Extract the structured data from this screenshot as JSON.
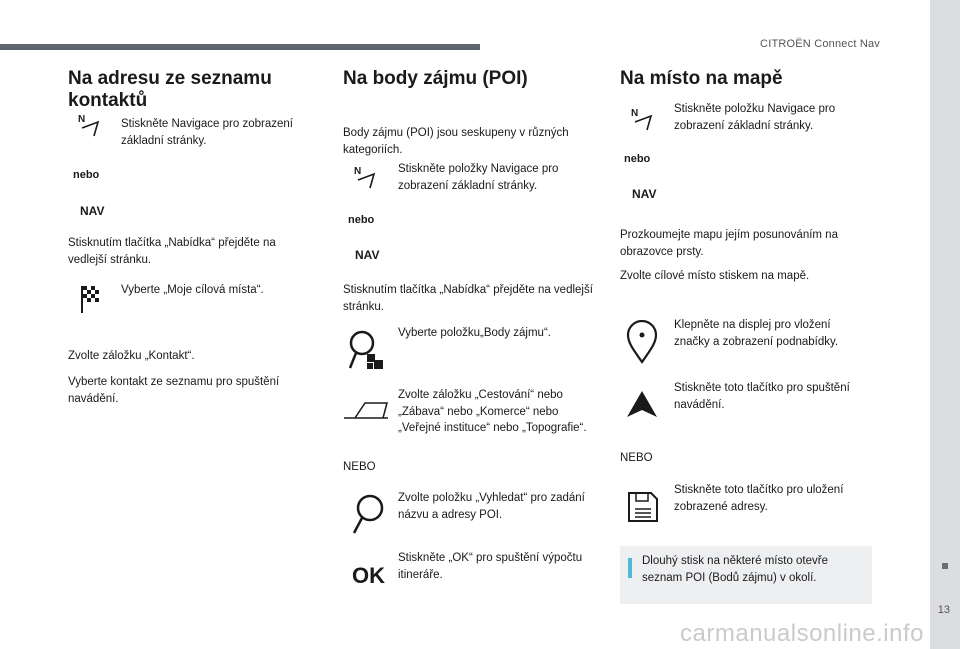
{
  "header": {
    "brand": "CITROËN Connect Nav"
  },
  "footer": {
    "page_number": "13",
    "watermark": "carmanualsonline.info"
  },
  "col1": {
    "title": "Na adresu ze seznamu kontaktů",
    "step1": "Stiskněte Navigace pro zobrazení základní stránky.",
    "or": "nebo",
    "nav_label": "NAV",
    "menu_text": "Stisknutím tlačítka „Nabídka“ přejděte na vedlejší stránku.",
    "dest_text": "Vyberte „Moje cílová místa“.",
    "tab_text": "Zvolte záložku „Kontakt“.",
    "select_text": "Vyberte kontakt ze seznamu pro spuštění navádění."
  },
  "col2": {
    "title": "Na body zájmu (POI)",
    "intro": "Body zájmu (POI) jsou seskupeny v různých kategoriích.",
    "step1": "Stiskněte položky Navigace pro zobrazení základní stránky.",
    "or": "nebo",
    "nav_label": "NAV",
    "menu_text": "Stisknutím tlačítka „Nabídka“ přejděte na vedlejší stránku.",
    "poi_text": "Vyberte položku„Body zájmu“.",
    "tabs_text": "Zvolte záložku „Cestování“ nebo „Zábava“ nebo „Komerce“ nebo „Veřejné instituce“ nebo „Topografie“.",
    "or_upper": "NEBO",
    "search_text": "Zvolte položku „Vyhledat“ pro zadání názvu a adresy POI.",
    "ok_label": "OK",
    "ok_text": "Stiskněte „OK“ pro spuštění výpočtu itineráře."
  },
  "col3": {
    "title": "Na místo na mapě",
    "step1": "Stiskněte položku Navigace pro zobrazení základní stránky.",
    "or": "nebo",
    "nav_label": "NAV",
    "explore_text": "Prozkoumejte mapu jejím posunováním na obrazovce prsty.",
    "choose_text": "Zvolte cílové místo stiskem na mapě.",
    "pin_text": "Klepněte na displej pro vložení značky a zobrazení podnabídky.",
    "nav_text": "Stiskněte toto tlačítko pro spuštění navádění.",
    "or_upper": "NEBO",
    "save_text": "Stiskněte toto tlačítko pro uložení zobrazené adresy.",
    "info_text": "Dlouhý stisk na některé místo otevře seznam POI (Bodů zájmu) v okolí."
  }
}
